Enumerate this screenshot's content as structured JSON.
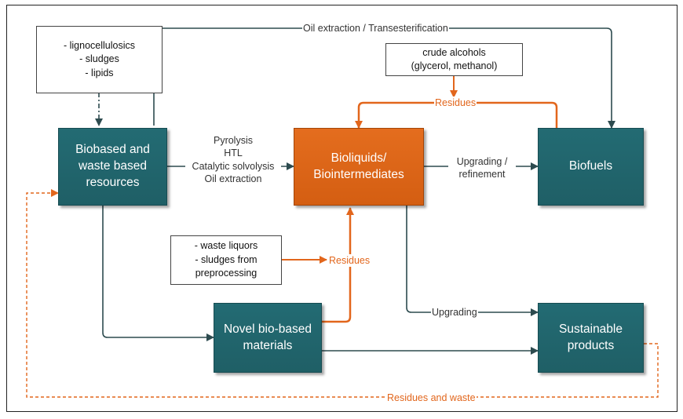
{
  "nodes": {
    "resources": "Biobased and\nwaste based\nresources",
    "bioliquids": "Bioliquids/\nBiointermediates",
    "biofuels": "Biofuels",
    "novel": "Novel bio-based\nmaterials",
    "sustainable": "Sustainable\nproducts"
  },
  "notes": {
    "feedstock": "- lignocellulosics\n- sludges\n- lipids",
    "crude": "crude alcohols\n(glycerol, methanol)",
    "waste": "- waste liquors\n- sludges from\npreprocessing"
  },
  "labels": {
    "oil_extraction": "Oil extraction / Transesterification",
    "processes": "Pyrolysis\nHTL\nCatalytic solvolysis\nOil extraction",
    "upgrading_refinement": "Upgrading /\nrefinement",
    "upgrading": "Upgrading",
    "residues_top": "Residues",
    "residues_mid": "Residues",
    "residues_waste": "Residues and waste"
  },
  "colors": {
    "teal": "#1f5f66",
    "orange": "#e2661c",
    "dark_line": "#2d4b4f"
  }
}
